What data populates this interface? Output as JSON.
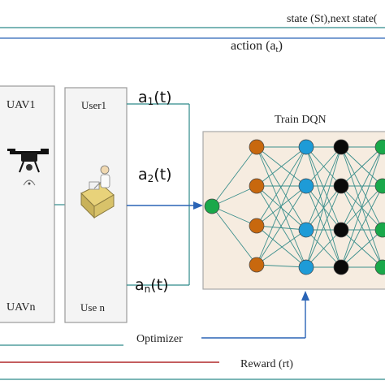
{
  "top_state_label": "state (St),next state(",
  "action_label": "action (a",
  "action_subscript": "t",
  "action_close": ")",
  "uav": {
    "first_label": "UAV1",
    "last_label": "UAVn"
  },
  "users": {
    "first_label": "User1",
    "last_label": "Use n"
  },
  "actions": [
    {
      "main": "a",
      "sub": "1",
      "tail": "(t)"
    },
    {
      "main": "a",
      "sub": "2",
      "tail": "(t)"
    },
    {
      "main": "a",
      "sub": "n",
      "tail": "(t)"
    }
  ],
  "dqn": {
    "title": "Train DQN",
    "layer_colors": [
      "#1aa84a",
      "#c8680e",
      "#1e9bd7",
      "#0a0a0a",
      "#1aa84a"
    ]
  },
  "optimizer_label": "Optimizer",
  "reward_label": "Reward (rt)",
  "colors": {
    "teal_line": "#2e8a8a",
    "blue_arrow": "#2a64b6",
    "red_line": "#b0282a",
    "dqn_panel": "#f6ece0",
    "edge": "#3c8f8c"
  }
}
